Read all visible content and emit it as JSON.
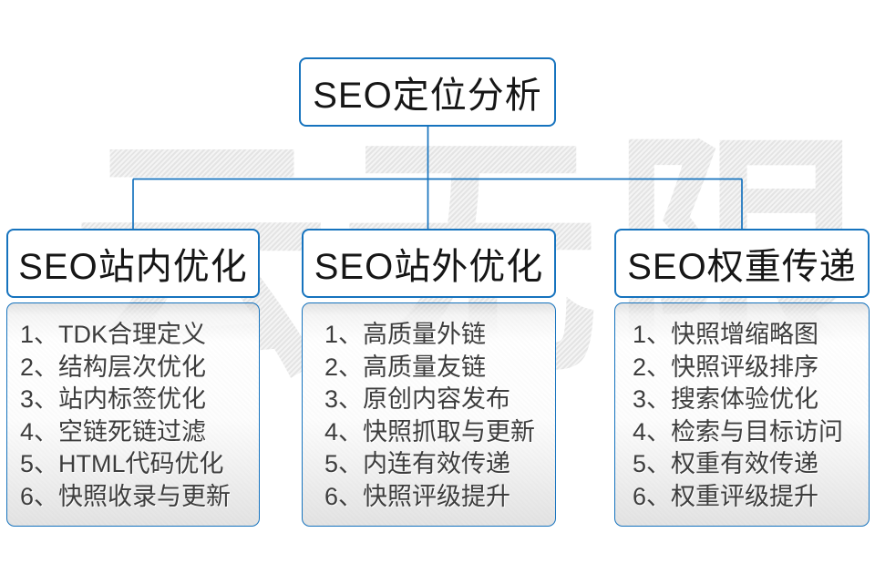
{
  "diagram": {
    "root": {
      "title": "SEO定位分析"
    },
    "columns": [
      {
        "title": "SEO站内优化",
        "items": [
          "1、TDK合理定义",
          "2、结构层次优化",
          "3、站内标签优化",
          "4、空链死链过滤",
          "5、HTML代码优化",
          "6、快照收录与更新"
        ]
      },
      {
        "title": "SEO站外优化",
        "items": [
          "1、高质量外链",
          "2、高质量友链",
          "3、原创内容发布",
          "4、快照抓取与更新",
          "5、内连有效传递",
          "6、快照评级提升"
        ]
      },
      {
        "title": "SEO权重传递",
        "items": [
          "1、快照增缩略图",
          "2、快照评级排序",
          "3、搜索体验优化",
          "4、检索与目标访问",
          "5、权重有效传递",
          "6、权重评级提升"
        ]
      }
    ],
    "watermark": "云无限",
    "colors": {
      "line_blue": "#1673BE",
      "header_text": "#161616",
      "item_text": "#3d3d3d",
      "watermark_gray": "#eaeaea"
    }
  }
}
